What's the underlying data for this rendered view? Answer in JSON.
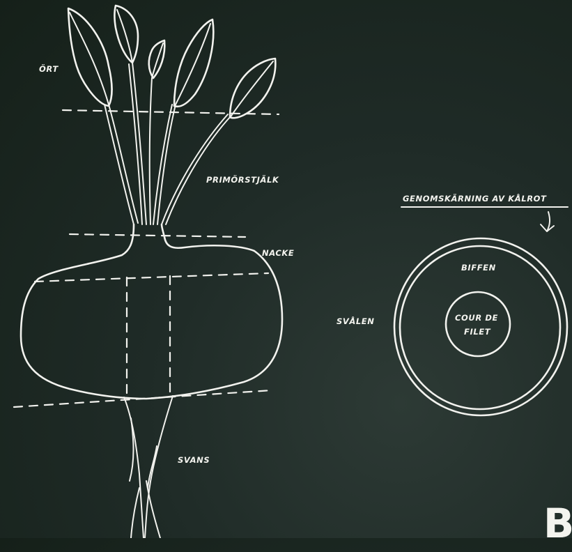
{
  "labels": {
    "ort": "ÖRT",
    "primorstjalk": "PRIMÖRSTJÄLK",
    "nacke": "NACKE",
    "svans": "SVANS",
    "cross_section_title": "GENOMSKÄRNING AV KÅLROT",
    "biffen": "BIFFEN",
    "svalen": "SVÅLEN",
    "cour_de": "COUR DE",
    "filet": "FILET"
  },
  "corner_letter": "B",
  "colors": {
    "board": "#1f2b27",
    "chalk": "#f2f2ee"
  }
}
